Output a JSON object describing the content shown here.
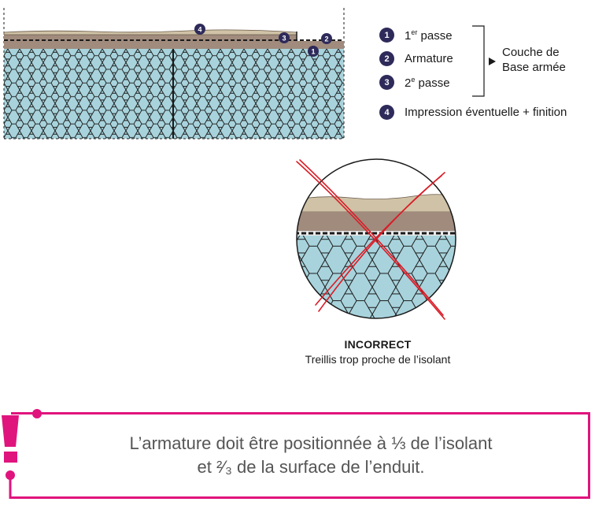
{
  "legend": {
    "items": [
      {
        "num": "1",
        "text": "1er passe",
        "text_main": "1",
        "text_sup": "er",
        "text_rest": " passe"
      },
      {
        "num": "2",
        "text": "Armature"
      },
      {
        "num": "3",
        "text": "2e passe",
        "text_main": "2",
        "text_sup": "e",
        "text_rest": " passe"
      },
      {
        "num": "4",
        "text": "Impression éventuelle + finition"
      }
    ],
    "group_label_line1": "Couche de",
    "group_label_line2": "Base armée"
  },
  "top_diagram": {
    "markers": [
      "4",
      "3",
      "2",
      "1"
    ]
  },
  "detail": {
    "status": "INCORRECT",
    "description": "Treillis trop proche de l’isolant"
  },
  "note": {
    "line1": "L’armature doit être positionnée à ⅓ de l’isolant",
    "line2": "et ²⁄₃ de la surface de l’enduit."
  },
  "colors": {
    "insulation": "#a8d3dc",
    "base_coat": "#a08b7d",
    "finish": "#cfc2a6",
    "marker": "#2e2a5a",
    "cross": "#d81e28",
    "accent": "#e0147d"
  }
}
